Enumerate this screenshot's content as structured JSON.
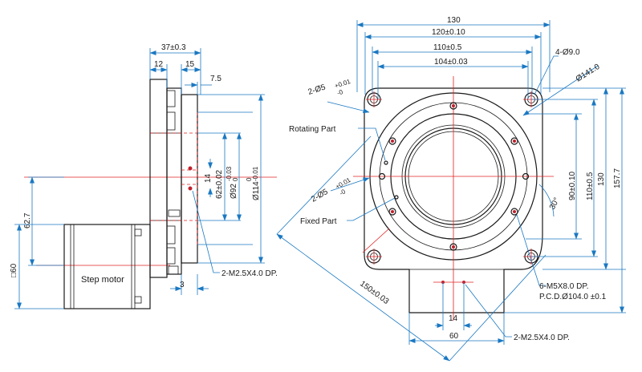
{
  "colors": {
    "dimension": "#1a78c2",
    "centerline": "#e02020",
    "outline": "#1a1a1a",
    "hole": "#c0202c"
  },
  "side_view": {
    "dims": {
      "overall": "37±0.3",
      "a": "12",
      "b": "15",
      "c": "7.5",
      "d": "3",
      "h14": "14",
      "d62_base": "62±0.02",
      "d92_base": "Ø92",
      "d92_tol_top": "-0.03",
      "d92_tol_bot": "0",
      "d114_base": "Ø114",
      "d114_tol_top": "0",
      "d114_tol_bot": "-0.01",
      "h62_7": "62.7",
      "sq60": "□60"
    },
    "labels": {
      "step_motor": "Step motor",
      "screw_note": "2-M2.5X4.0 DP."
    }
  },
  "front_view": {
    "dims": {
      "w130": "130",
      "w120": "120±0.10",
      "w110": "110±0.5",
      "w104": "104±0.03",
      "holes4": "4-Ø9.0",
      "dia141": "Ø141.0",
      "pin_base": "2-Ø5",
      "pin_tol_top": "+0.01",
      "pin_tol_bot": "-0",
      "pin2_base": "2-Ø5",
      "pin2_tol_top": "+0.01",
      "pin2_tol_bot": "-0",
      "h90": "90±0.10",
      "h110": "110±0.5",
      "h130": "130",
      "h157": "157.7",
      "angle30": "30°",
      "diag150": "150±0.03",
      "w14": "14",
      "w60": "60"
    },
    "labels": {
      "rotating_part": "Rotating Part",
      "fixed_part": "Fixed Part",
      "m5_note": "6-M5X8.0 DP.",
      "pcd_note": "P.C.D.Ø104.0 ±0.1",
      "screw_note": "2-M2.5X4.0 DP."
    }
  }
}
